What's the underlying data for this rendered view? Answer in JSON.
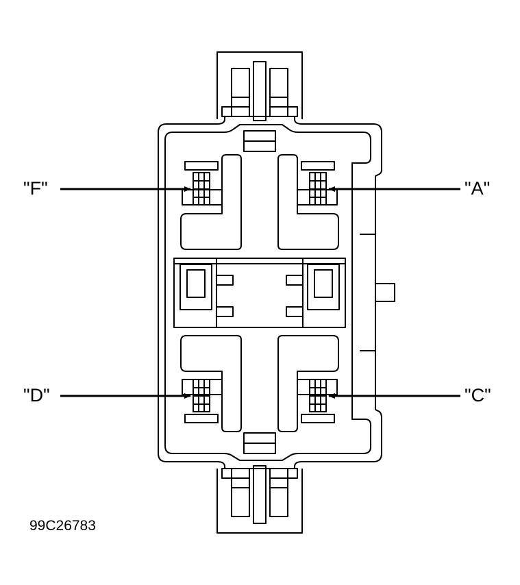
{
  "callouts": {
    "f": "\"F\"",
    "a": "\"A\"",
    "d": "\"D\"",
    "c": "\"C\""
  },
  "figure_id": "99C26783",
  "colors": {
    "line": "#000000",
    "background": "#ffffff"
  }
}
